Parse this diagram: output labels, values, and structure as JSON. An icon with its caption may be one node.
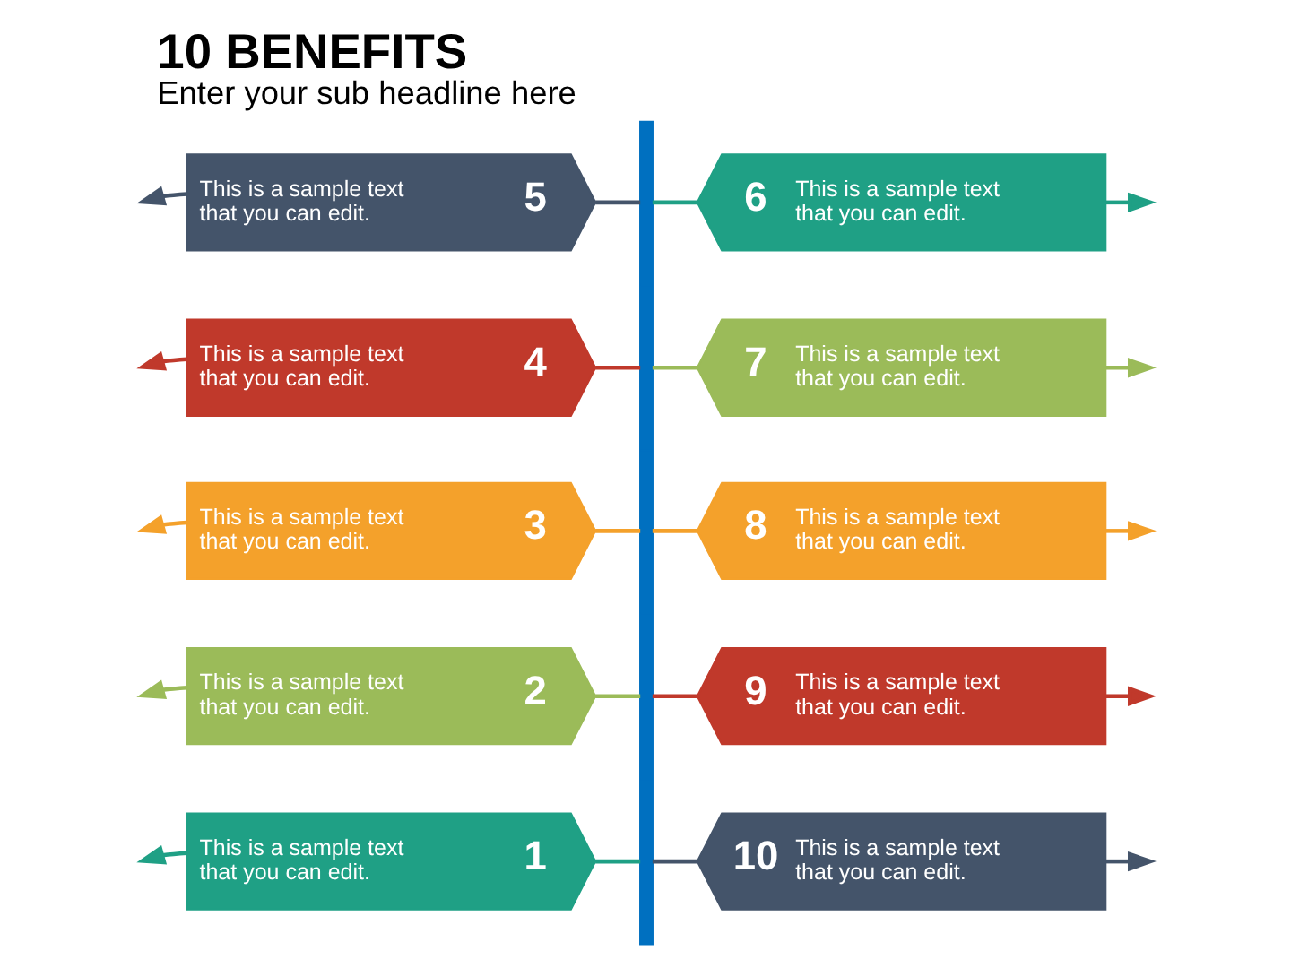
{
  "diagram": {
    "title": "10 BENEFITS",
    "caption": "Enter your sub headline here",
    "nodes": [
      {
        "text": [
          "This is a sample text that you can edit.",
          "5"
        ]
      },
      {
        "text": [
          "This is a sample text that you can edit.",
          "4"
        ]
      },
      {
        "text": [
          "This is a sample text that you can edit.",
          "3"
        ]
      },
      {
        "text": [
          "This is a sample text that you can edit.",
          "2"
        ]
      },
      {
        "text": [
          "This is a sample text that you can edit.",
          "1"
        ]
      },
      {
        "text": [],
        "shape": "bar"
      },
      {
        "text": [
          "6",
          "This is a sample text that you can edit."
        ]
      },
      {
        "text": [
          "7",
          "This is a sample text that you can edit."
        ]
      },
      {
        "text": [
          "8",
          "This is a sample text that you can edit."
        ]
      },
      {
        "text": [
          "9",
          "This is a sample text that you can edit."
        ]
      },
      {
        "text": [
          "10",
          "This is a sample text that you can edit."
        ]
      }
    ],
    "edges": [
      {
        "from": 0,
        "to": 5,
        "arrow": "none",
        "color": "#44546a"
      },
      {
        "from": 0,
        "to": null,
        "arrow": "to",
        "color": "#44546a"
      },
      {
        "from": 1,
        "to": 5,
        "arrow": "none",
        "color": "#c0392b"
      },
      {
        "from": 1,
        "to": null,
        "arrow": "to",
        "color": "#c0392b"
      },
      {
        "from": 2,
        "to": 5,
        "arrow": "none",
        "color": "#f4a12b"
      },
      {
        "from": 2,
        "to": null,
        "arrow": "to",
        "color": "#f4a12b"
      },
      {
        "from": 3,
        "to": 5,
        "arrow": "none",
        "color": "#9bbb59"
      },
      {
        "from": 3,
        "to": null,
        "arrow": "to",
        "color": "#9bbb59"
      },
      {
        "from": 4,
        "to": 5,
        "arrow": "none",
        "color": "#1fa085"
      },
      {
        "from": 4,
        "to": null,
        "arrow": "to",
        "color": "#1fa085"
      },
      {
        "from": 5,
        "to": 6,
        "arrow": "none",
        "color": "#1fa085"
      },
      {
        "from": 6,
        "to": null,
        "arrow": "to",
        "color": "#1fa085"
      },
      {
        "from": 5,
        "to": 7,
        "arrow": "none",
        "color": "#9bbb59"
      },
      {
        "from": 7,
        "to": null,
        "arrow": "to",
        "color": "#9bbb59"
      },
      {
        "from": 5,
        "to": 8,
        "arrow": "none",
        "color": "#f4a12b"
      },
      {
        "from": 8,
        "to": null,
        "arrow": "to",
        "color": "#f4a12b"
      },
      {
        "from": 5,
        "to": 9,
        "arrow": "none",
        "color": "#c0392b"
      },
      {
        "from": 9,
        "to": null,
        "arrow": "to",
        "color": "#c0392b"
      },
      {
        "from": 5,
        "to": 10,
        "arrow": "none",
        "color": "#44546a"
      },
      {
        "from": 10,
        "to": null,
        "arrow": "to",
        "color": "#44546a"
      }
    ]
  }
}
